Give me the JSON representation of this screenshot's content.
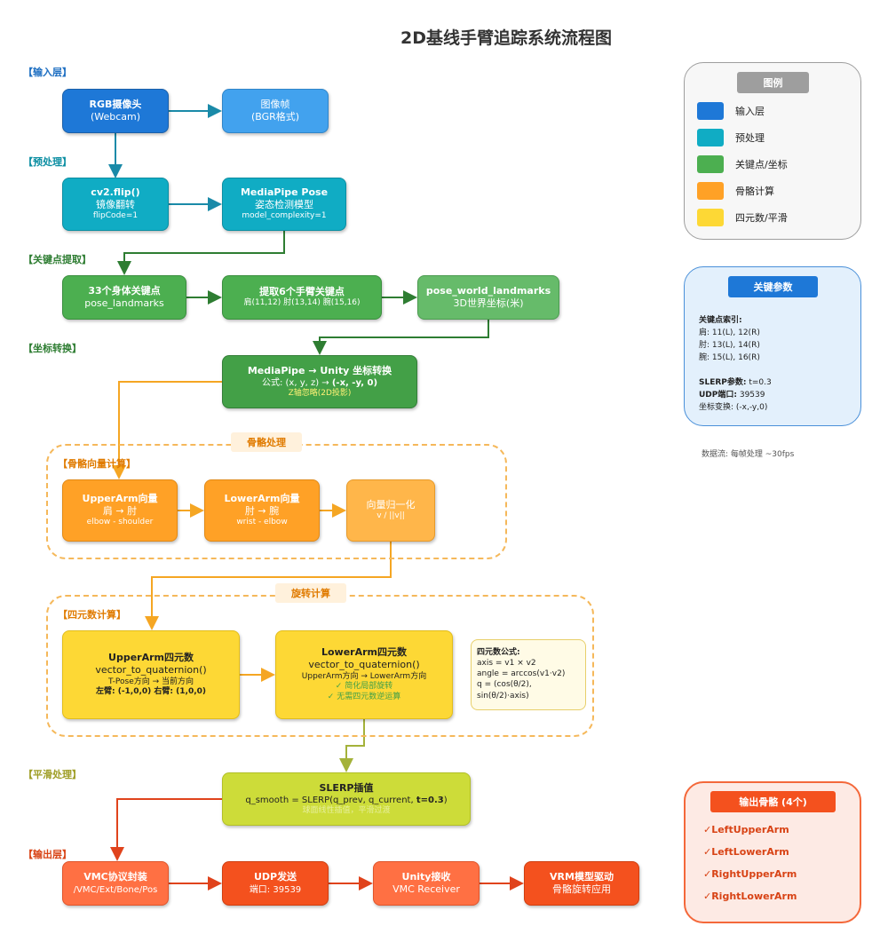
{
  "title": "2D基线手臂追踪系统流程图",
  "layers": {
    "input": "【输入层】",
    "preprocess": "【预处理】",
    "keypoints": "【关键点提取】",
    "transform": "【坐标转换】",
    "bone_vector": "【骨骼向量计算】",
    "quaternion": "【四元数计算】",
    "smoothing": "【平滑处理】",
    "output": "【输出层】"
  },
  "groups": {
    "bone": "骨骼处理",
    "rotation": "旋转计算"
  },
  "nodes": {
    "rgb": {
      "title": "RGB摄像头",
      "sub": "(Webcam)"
    },
    "frame": {
      "title": "图像帧",
      "sub": "(BGR格式)"
    },
    "flip": {
      "title": "cv2.flip()",
      "sub": "镜像翻转",
      "detail": "flipCode=1"
    },
    "mediapipe": {
      "title": "MediaPipe Pose",
      "sub": "姿态检测模型",
      "detail": "model_complexity=1"
    },
    "body33": {
      "title": "33个身体关键点",
      "sub": "pose_landmarks"
    },
    "arm6": {
      "title": "提取6个手臂关键点",
      "detail": "肩(11,12) 肘(13,14) 腕(15,16)"
    },
    "world": {
      "title": "pose_world_landmarks",
      "sub": "3D世界坐标(米)"
    },
    "convert": {
      "title": "MediaPipe → Unity 坐标转换",
      "formula_prefix": "公式: (x, y, z) → ",
      "formula_result": "(-x, -y, 0)",
      "note": "Z轴忽略(2D投影)"
    },
    "upper_vec": {
      "title": "UpperArm向量",
      "sub": "肩 → 肘",
      "detail": "elbow - shoulder"
    },
    "lower_vec": {
      "title": "LowerArm向量",
      "sub": "肘 → 腕",
      "detail": "wrist - elbow"
    },
    "normalize": {
      "title": "向量归一化",
      "detail": "v / ||v||"
    },
    "upper_quat": {
      "title": "UpperArm四元数",
      "sub": "vector_to_quaternion()",
      "detail": "T-Pose方向 → 当前方向",
      "detail2": "左臂: (-1,0,0) 右臂: (1,0,0)"
    },
    "lower_quat": {
      "title": "LowerArm四元数",
      "sub": "vector_to_quaternion()",
      "detail": "UpperArm方向 → LowerArm方向",
      "check1": "✓ 简化局部旋转",
      "check2": "✓ 无需四元数逆运算"
    },
    "formula_box": {
      "title": "四元数公式:",
      "l1": "axis = v1 × v2",
      "l2": "angle = arccos(v1·v2)",
      "l3": "q = (cos(θ/2), sin(θ/2)·axis)"
    },
    "slerp": {
      "title": "SLERP插值",
      "formula_prefix": "q_smooth = SLERP(q_prev, q_current, ",
      "formula_bold": "t=0.3",
      "formula_suffix": ")",
      "note": "球面线性插值，平滑过渡"
    },
    "vmc": {
      "title": "VMC协议封装",
      "sub": "/VMC/Ext/Bone/Pos"
    },
    "udp": {
      "title": "UDP发送",
      "sub": "端口: 39539"
    },
    "unity": {
      "title": "Unity接收",
      "sub": "VMC Receiver"
    },
    "vrm": {
      "title": "VRM模型驱动",
      "sub": "骨骼旋转应用"
    }
  },
  "legend": {
    "title": "图例",
    "items": [
      {
        "label": "输入层",
        "color": "#1e78d7"
      },
      {
        "label": "预处理",
        "color": "#10acc4"
      },
      {
        "label": "关键点/坐标",
        "color": "#4caf50"
      },
      {
        "label": "骨骼计算",
        "color": "#ffa126"
      },
      {
        "label": "四元数/平滑",
        "color": "#fdd835"
      }
    ]
  },
  "params": {
    "title": "关键参数",
    "index_title": "关键点索引:",
    "shoulder": "肩: 11(L), 12(R)",
    "elbow": "肘: 13(L), 14(R)",
    "wrist": "腕: 15(L), 16(R)",
    "slerp_label": "SLERP参数:",
    "slerp_value": " t=0.3",
    "udp_label": "UDP端口:",
    "udp_value": " 39539",
    "coord": "坐标变换: (-x,-y,0)"
  },
  "dataflow": "数据流: 每帧处理 ~30fps",
  "output_bones": {
    "title": "输出骨骼 (4个)",
    "items": [
      "✓LeftUpperArm",
      "✓LeftLowerArm",
      "✓RightUpperArm",
      "✓RightLowerArm"
    ]
  },
  "colors": {
    "wire_input": "#1a7a9a",
    "wire_green": "#2e7d32",
    "wire_orange": "#f5a623",
    "wire_lime": "#a4b23a",
    "wire_red": "#e0431c"
  }
}
